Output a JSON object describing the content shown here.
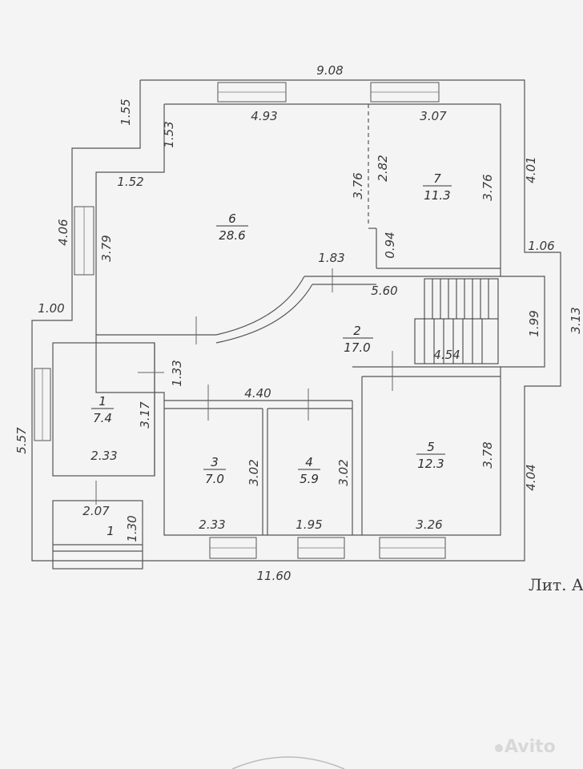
{
  "caption": "Лит. А",
  "watermark": "Avito",
  "dimensions": {
    "total_width_top": "9.08",
    "top_left_short": "1.55",
    "inner_step": "1.53",
    "step_left": "1.52",
    "left_wall_upper": "4.06",
    "r6_left": "3.79",
    "r6_top": "4.93",
    "r6_right": "3.76",
    "r6_bottom_arc": "1.83",
    "r7_top": "3.07",
    "r7_inner_left": "2.82",
    "r7_right": "3.76",
    "r7_partial": "0.94",
    "right_wall_upper": "4.01",
    "right_step": "1.06",
    "corridor_len": "5.60",
    "corridor_h": "1.99",
    "right_outer": "3.13",
    "stairs_w": "4.54",
    "left_step": "1.00",
    "left_total": "5.57",
    "r1_width": "2.33",
    "r1_right": "3.17",
    "small_vert": "1.33",
    "mid_wall": "4.40",
    "r3_right": "3.02",
    "r4_right": "3.02",
    "r5_right": "3.78",
    "right_wall_lower": "4.04",
    "porch_w": "2.07",
    "porch_h": "1.30",
    "r3_bottom": "2.33",
    "r4_bottom": "1.95",
    "r5_bottom": "3.26",
    "total_bottom": "11.60"
  },
  "rooms": [
    {
      "id": "1",
      "area": "7.4"
    },
    {
      "id": "2",
      "area": "17.0"
    },
    {
      "id": "3",
      "area": "7.0"
    },
    {
      "id": "4",
      "area": "5.9"
    },
    {
      "id": "5",
      "area": "12.3"
    },
    {
      "id": "6",
      "area": "28.6"
    },
    {
      "id": "7",
      "area": "11.3"
    }
  ],
  "porch_label": "1"
}
